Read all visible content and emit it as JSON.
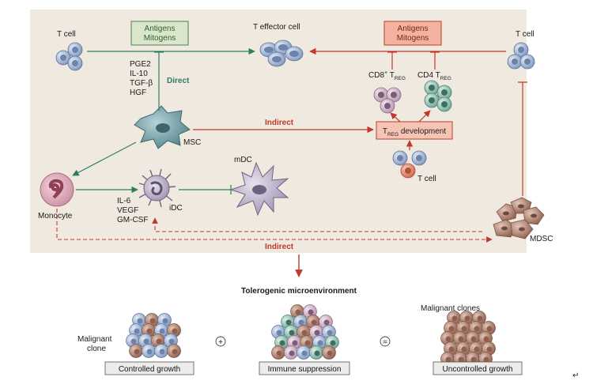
{
  "diagram": {
    "colors": {
      "panel_bg": "#efe9df",
      "green_arrow": "#2f7d60",
      "red_arrow": "#c0392b",
      "green_box_fill": "#d9e6cc",
      "green_box_stroke": "#4f7d4f",
      "red_box_fill": "#f2b29f",
      "red_box_stroke": "#b5422c",
      "treg_box_fill": "#f5c4b4",
      "gray_box_fill": "#ececea",
      "tcell_blue": "#9fb3d4",
      "mdsc_brown": "#b79c90",
      "malignant_brown": "#a27562"
    },
    "labels": {
      "t_cell_left": "T cell",
      "antigens_green_line1": "Antigens",
      "antigens_green_line2": "Mitogens",
      "t_effector": "T effector cell",
      "antigens_red_line1": "Antigens",
      "antigens_red_line2": "Mitogens",
      "t_cell_right": "T cell",
      "pge2": "PGE2",
      "il10": "IL-10",
      "tgfb": "TGF-β",
      "hgf": "HGF",
      "direct": "Direct",
      "cd8_treg_main": "CD8",
      "cd8_treg_sup": "+",
      "cd8_treg_t": " T",
      "cd8_treg_sub": "REG",
      "cd4_treg_main": "CD4 T",
      "cd4_treg_sub": "REG",
      "msc": "MSC",
      "indirect_top": "Indirect",
      "treg_dev_t": "T",
      "treg_dev_sub": "REG",
      "treg_dev_rest": " development",
      "t_cell_bottom": "T cell",
      "mdc": "mDC",
      "idc": "iDC",
      "il6": "IL-6",
      "vegf": "VEGF",
      "gmcsf": "GM-CSF",
      "monocyte": "Monocyte",
      "mdsc": "MDSC",
      "indirect_bottom": "Indirect",
      "tolerogenic": "Tolerogenic microenvironment",
      "malignant_clone_line1": "Malignant",
      "malignant_clone_line2": "clone",
      "plus": "+",
      "equals": "=",
      "malignant_clones": "Malignant clones",
      "controlled_growth": "Controlled growth",
      "immune_suppression": "Immune suppression",
      "uncontrolled_growth": "Uncontrolled growth",
      "return_mark": "↵"
    }
  }
}
